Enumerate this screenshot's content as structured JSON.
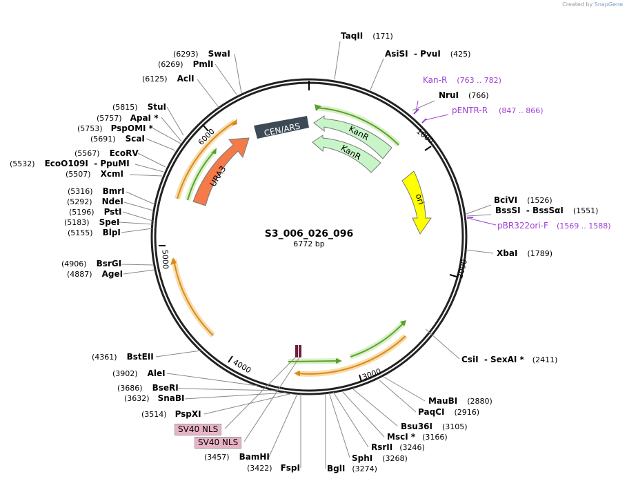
{
  "credit": {
    "prefix": "Created by",
    "brand": "SnapGene"
  },
  "plasmid": {
    "name": "S3_006_026_096",
    "length_label": "6772 bp"
  },
  "ticks": [
    "1000",
    "2000",
    "3000",
    "4000",
    "5000",
    "6000"
  ],
  "enzymes": [
    {
      "name": "TaqII",
      "pos": "(171)"
    },
    {
      "name": "AsiSI  - PvuI",
      "pos": "(425)"
    },
    {
      "name": "NruI",
      "pos": "(766)"
    },
    {
      "name": "BciVI",
      "pos": "(1526)"
    },
    {
      "name": "BssSI  - BssSαI",
      "pos": "(1551)"
    },
    {
      "name": "XbaI",
      "pos": "(1789)"
    },
    {
      "name": "CsiI  - SexAI *",
      "pos": "(2411)"
    },
    {
      "name": "MauBI",
      "pos": "(2880)"
    },
    {
      "name": "PaqCI",
      "pos": "(2916)"
    },
    {
      "name": "Bsu36I",
      "pos": "(3105)"
    },
    {
      "name": "MscI *",
      "pos": "(3166)"
    },
    {
      "name": "RsrII",
      "pos": "(3246)"
    },
    {
      "name": "SphI",
      "pos": "(3268)"
    },
    {
      "name": "BglI",
      "pos": "(3274)"
    },
    {
      "name": "FspI",
      "pos": "(3422)"
    },
    {
      "name": "BamHI",
      "pos": "(3457)"
    },
    {
      "name": "PspXI",
      "pos": "(3514)"
    },
    {
      "name": "SnaBI",
      "pos": "(3632)"
    },
    {
      "name": "BseRI",
      "pos": "(3686)"
    },
    {
      "name": "AleI",
      "pos": "(3902)"
    },
    {
      "name": "BstEII",
      "pos": "(4361)"
    },
    {
      "name": "AgeI",
      "pos": "(4887)"
    },
    {
      "name": "BsrGI",
      "pos": "(4906)"
    },
    {
      "name": "BlpI",
      "pos": "(5155)"
    },
    {
      "name": "SpeI",
      "pos": "(5183)"
    },
    {
      "name": "PstI",
      "pos": "(5196)"
    },
    {
      "name": "NdeI",
      "pos": "(5292)"
    },
    {
      "name": "BmrI",
      "pos": "(5316)"
    },
    {
      "name": "XcmI",
      "pos": "(5507)"
    },
    {
      "name": "EcoO109I  - PpuMI",
      "pos": "(5532)"
    },
    {
      "name": "EcoRV",
      "pos": "(5567)"
    },
    {
      "name": "ScaI",
      "pos": "(5691)"
    },
    {
      "name": "PspOMI *",
      "pos": "(5753)"
    },
    {
      "name": "ApaI *",
      "pos": "(5757)"
    },
    {
      "name": "StuI",
      "pos": "(5815)"
    },
    {
      "name": "AclI",
      "pos": "(6125)"
    },
    {
      "name": "PmlI",
      "pos": "(6269)"
    },
    {
      "name": "SwaI",
      "pos": "(6293)"
    }
  ],
  "primers": [
    {
      "name": "Kan-R",
      "range": "(763 .. 782)"
    },
    {
      "name": "pENTR-R",
      "range": "(847 .. 866)"
    },
    {
      "name": "pBR322ori-F",
      "range": "(1569 .. 1588)"
    }
  ],
  "features": {
    "cen_ars": "CEN/ARS",
    "kanr_1": "KanR",
    "kanr_2": "KanR",
    "ori": "ori",
    "ura3": "URA3",
    "sv40_1": "SV40 NLS",
    "sv40_2": "SV40 NLS"
  },
  "colors": {
    "cen_ars": "#3d4a56",
    "kanr": "#c8f5c8",
    "ori": "#ffff00",
    "ura3": "#f47a4a",
    "orf_green": "#66b23a",
    "orf_orange": "#d98a1a",
    "primer": "#9b3fd6",
    "nls": "#e8b3c6"
  }
}
